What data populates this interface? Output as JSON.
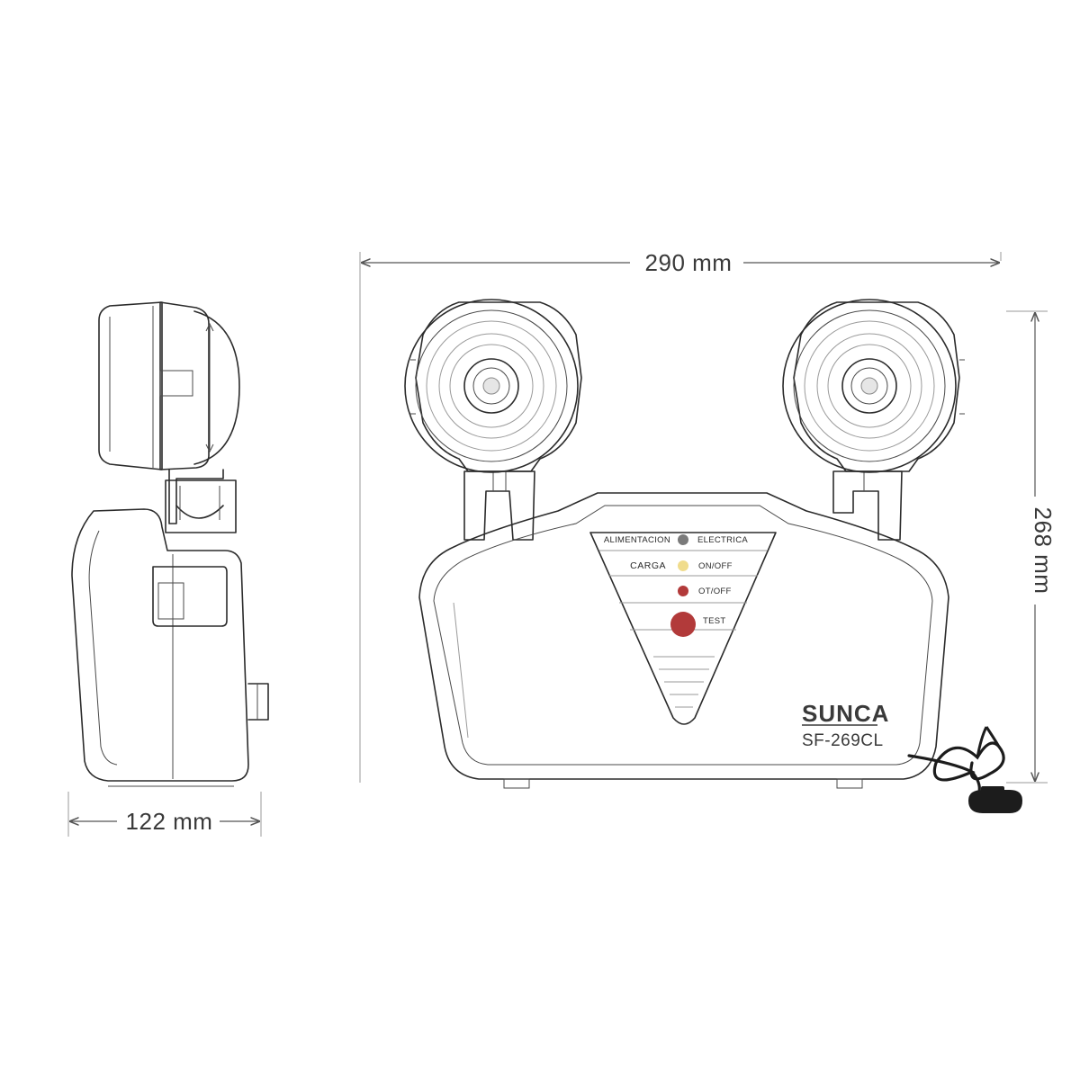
{
  "dimensions": {
    "width": "290 mm",
    "height": "268 mm",
    "depth": "122 mm"
  },
  "panel": {
    "row1_left": "ALIMENTACION",
    "row1_right": "ELECTRICA",
    "row2_left": "CARGA",
    "row2_right": "ON/OFF",
    "row3_right": "OT/OFF",
    "row4_right": "TEST"
  },
  "product": {
    "brand": "SUNCA",
    "model": "SF-269CL"
  },
  "colors": {
    "led_power": "#7a7a7a",
    "led_charge": "#f0dc8c",
    "led_ot": "#b23a3a",
    "test_button": "#b23a3a"
  }
}
